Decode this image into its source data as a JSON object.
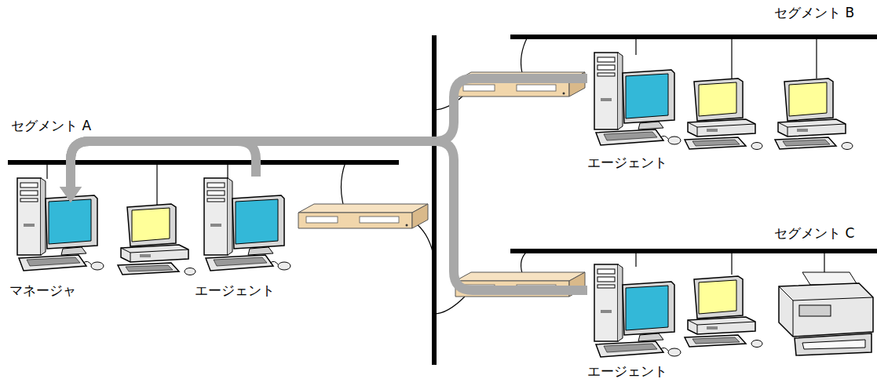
{
  "diagram": {
    "nodes": [
      {
        "text": [
          "マネージャ"
        ]
      },
      {
        "text": [
          "エージェント"
        ]
      },
      {
        "text": [
          "エージェント"
        ]
      },
      {
        "text": [
          "エージェント"
        ]
      }
    ],
    "edges": [
      {
        "from": 1,
        "to": 0,
        "arrow": "to"
      },
      {
        "from": 2,
        "to": 0,
        "arrow": "to"
      },
      {
        "from": 3,
        "to": 0,
        "arrow": "to"
      }
    ],
    "labels": [
      "セグメント A",
      "セグメント B",
      "セグメント C"
    ]
  }
}
